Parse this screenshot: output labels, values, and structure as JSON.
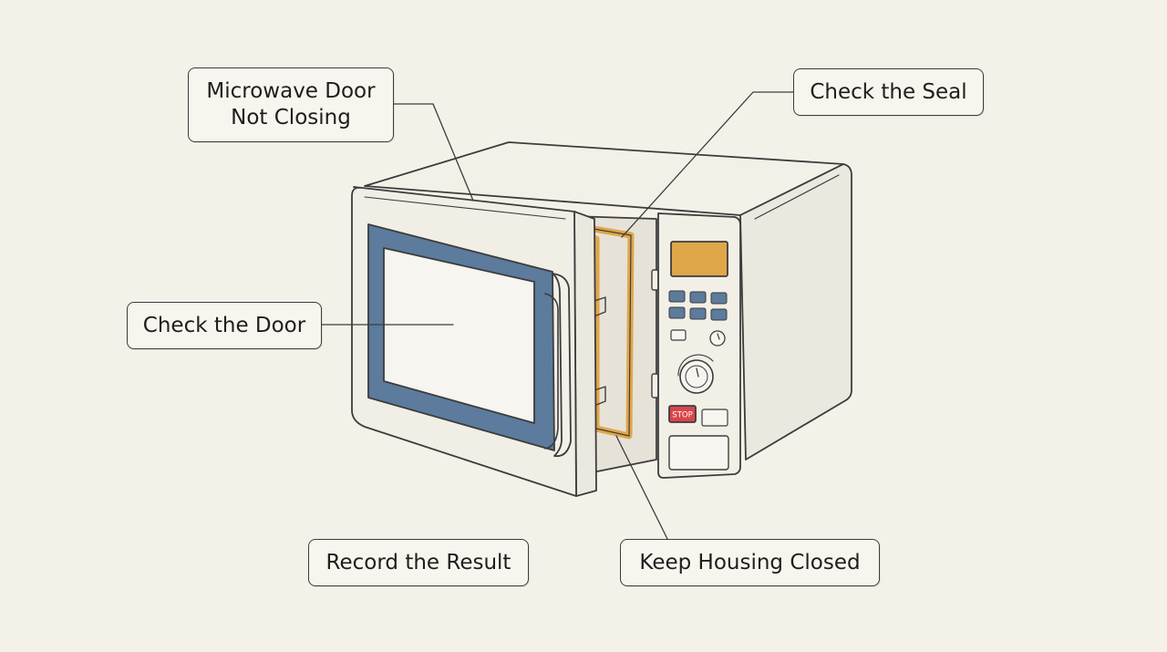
{
  "callouts": {
    "title": {
      "line1": "Microwave Door",
      "line2": "Not Closing"
    },
    "check_seal": "Check the Seal",
    "check_door": "Check the Door",
    "record_result": "Record the Result",
    "keep_housing": "Keep Housing Closed"
  },
  "control_panel": {
    "stop_button": "STOP"
  },
  "colors": {
    "background": "#f4f1e9",
    "door_window": "#5c7b9d",
    "door_seal": "#e0a64a",
    "display": "#e0a64a",
    "keypad": "#5c7b9d",
    "stop_button": "#d9454c",
    "outline": "#3c3c3c"
  }
}
